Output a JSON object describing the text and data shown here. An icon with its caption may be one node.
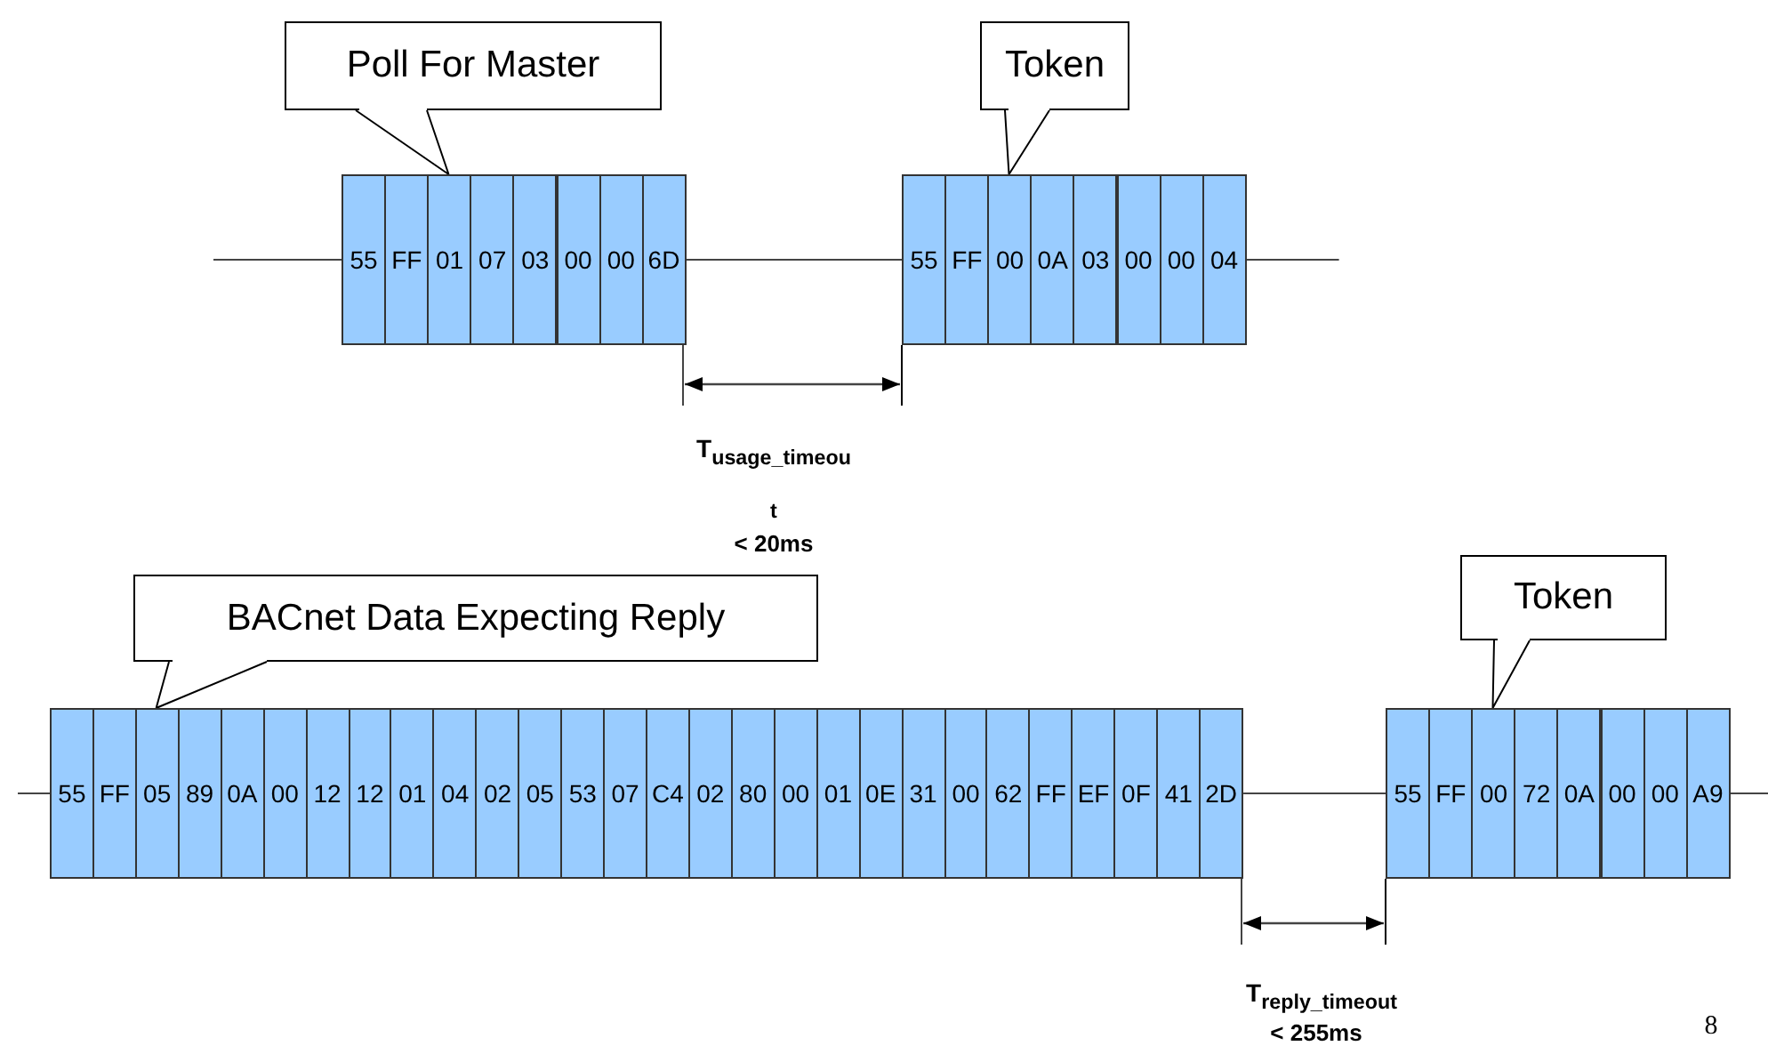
{
  "diagram": {
    "nodes": [
      {
        "text": [
          "Poll For Master"
        ]
      },
      {
        "text": [
          "55"
        ]
      },
      {
        "text": [
          "FF"
        ]
      },
      {
        "text": [
          "01"
        ]
      },
      {
        "text": [
          "07"
        ]
      },
      {
        "text": [
          "03"
        ]
      },
      {
        "text": [
          "00"
        ]
      },
      {
        "text": [
          "00"
        ]
      },
      {
        "text": [
          "6D"
        ]
      },
      {
        "text": [
          "Token"
        ]
      },
      {
        "text": [
          "55"
        ]
      },
      {
        "text": [
          "FF"
        ]
      },
      {
        "text": [
          "00"
        ]
      },
      {
        "text": [
          "0A"
        ]
      },
      {
        "text": [
          "03"
        ]
      },
      {
        "text": [
          "00"
        ]
      },
      {
        "text": [
          "00"
        ]
      },
      {
        "text": [
          "04"
        ]
      },
      {
        "text": [
          "BACnet Data Expecting Reply"
        ]
      },
      {
        "text": [
          "55"
        ]
      },
      {
        "text": [
          "FF"
        ]
      },
      {
        "text": [
          "05"
        ]
      },
      {
        "text": [
          "89"
        ]
      },
      {
        "text": [
          "0A"
        ]
      },
      {
        "text": [
          "00"
        ]
      },
      {
        "text": [
          "12"
        ]
      },
      {
        "text": [
          "12"
        ]
      },
      {
        "text": [
          "01"
        ]
      },
      {
        "text": [
          "04"
        ]
      },
      {
        "text": [
          "02"
        ]
      },
      {
        "text": [
          "05"
        ]
      },
      {
        "text": [
          "53"
        ]
      },
      {
        "text": [
          "07"
        ]
      },
      {
        "text": [
          "C4"
        ]
      },
      {
        "text": [
          "02"
        ]
      },
      {
        "text": [
          "80"
        ]
      },
      {
        "text": [
          "00"
        ]
      },
      {
        "text": [
          "01"
        ]
      },
      {
        "text": [
          "0E"
        ]
      },
      {
        "text": [
          "31"
        ]
      },
      {
        "text": [
          "00"
        ]
      },
      {
        "text": [
          "62"
        ]
      },
      {
        "text": [
          "FF"
        ]
      },
      {
        "text": [
          "EF"
        ]
      },
      {
        "text": [
          "0F"
        ]
      },
      {
        "text": [
          "41"
        ]
      },
      {
        "text": [
          "2D"
        ]
      },
      {
        "text": [
          "Token"
        ]
      },
      {
        "text": [
          "55"
        ]
      },
      {
        "text": [
          "FF"
        ]
      },
      {
        "text": [
          "00"
        ]
      },
      {
        "text": [
          "72"
        ]
      },
      {
        "text": [
          "0A"
        ]
      },
      {
        "text": [
          "00"
        ]
      },
      {
        "text": [
          "00"
        ]
      },
      {
        "text": [
          "A9"
        ]
      }
    ],
    "edges": [
      {
        "from": 0,
        "to": 3,
        "arrow": "none"
      },
      {
        "from": 9,
        "to": 12,
        "arrow": "none"
      },
      {
        "from": 18,
        "to": 21,
        "arrow": "none"
      },
      {
        "from": 47,
        "to": 50,
        "arrow": "none"
      },
      {
        "from": null,
        "to": 1,
        "arrow": "none"
      },
      {
        "from": 8,
        "to": 10,
        "arrow": "none"
      },
      {
        "from": 17,
        "to": null,
        "arrow": "none"
      },
      {
        "from": null,
        "to": 19,
        "arrow": "none"
      },
      {
        "from": 46,
        "to": 48,
        "arrow": "none"
      },
      {
        "from": 55,
        "to": null,
        "arrow": "none"
      }
    ],
    "labels": [
      "T$_{usage_timeout}$",
      "< 20ms",
      "T$_{reply_timeout}$",
      "< 255ms",
      "8"
    ]
  }
}
